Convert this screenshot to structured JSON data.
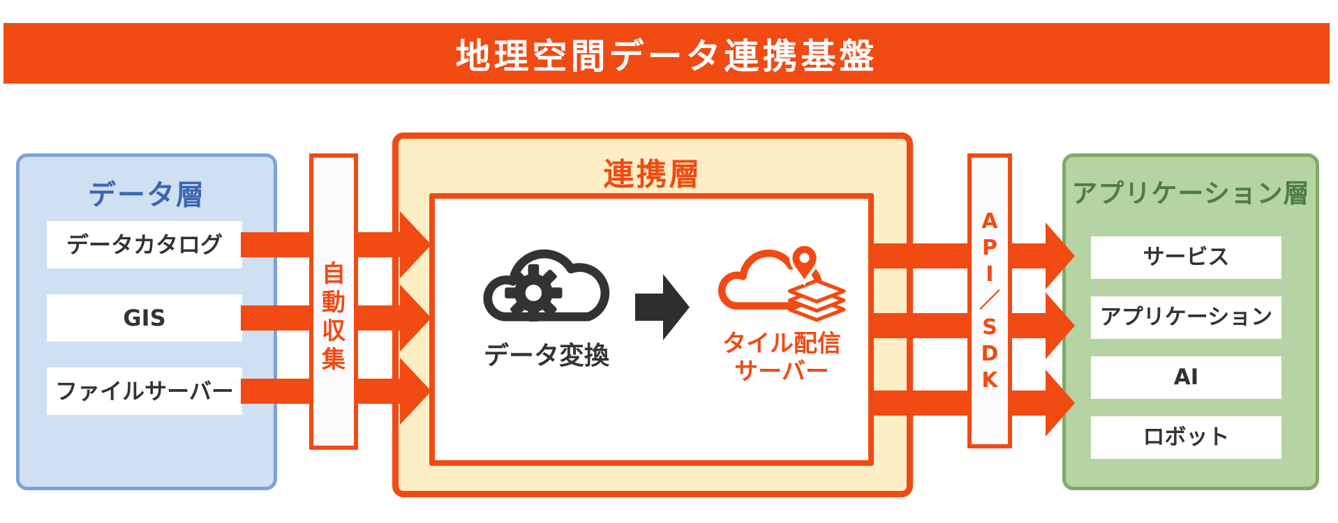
{
  "banner": {
    "title": "地理空間データ連携基盤"
  },
  "data_layer": {
    "title": "データ層",
    "items": [
      "データカタログ",
      "GIS",
      "ファイルサーバー"
    ]
  },
  "auto_collect": {
    "label": "自動収集",
    "vertical_text": "自\n動\n収\n集"
  },
  "integration_layer": {
    "title": "連携層",
    "data_conversion_label": "データ変換",
    "tile_server_label": "タイル配信サーバー",
    "tile_server_vertical_text": "タイル配信\nサーバー"
  },
  "api_sdk": {
    "label": "API／SDK",
    "vertical_text": "A\nP\nI\n／\nS\nD\nK"
  },
  "application_layer": {
    "title": "アプリケーション層",
    "items": [
      "サービス",
      "アプリケーション",
      "AI",
      "ロボット"
    ]
  },
  "icons": {
    "left": "cloud-gear-icon",
    "middle": "flow-arrow-icon",
    "right": "cloud-tile-server-icon"
  },
  "colors": {
    "accent_orange": "#f14a13",
    "cream_fill": "#fdeec5",
    "blue_fill": "#cfe0f2",
    "blue_border": "#7ca2d8",
    "blue_text": "#3a67b3",
    "green_fill": "#b5d3a3",
    "green_border": "#80aa69",
    "green_text": "#4e7d46",
    "dark_text": "#333333",
    "banner_text": "#ffffff"
  }
}
